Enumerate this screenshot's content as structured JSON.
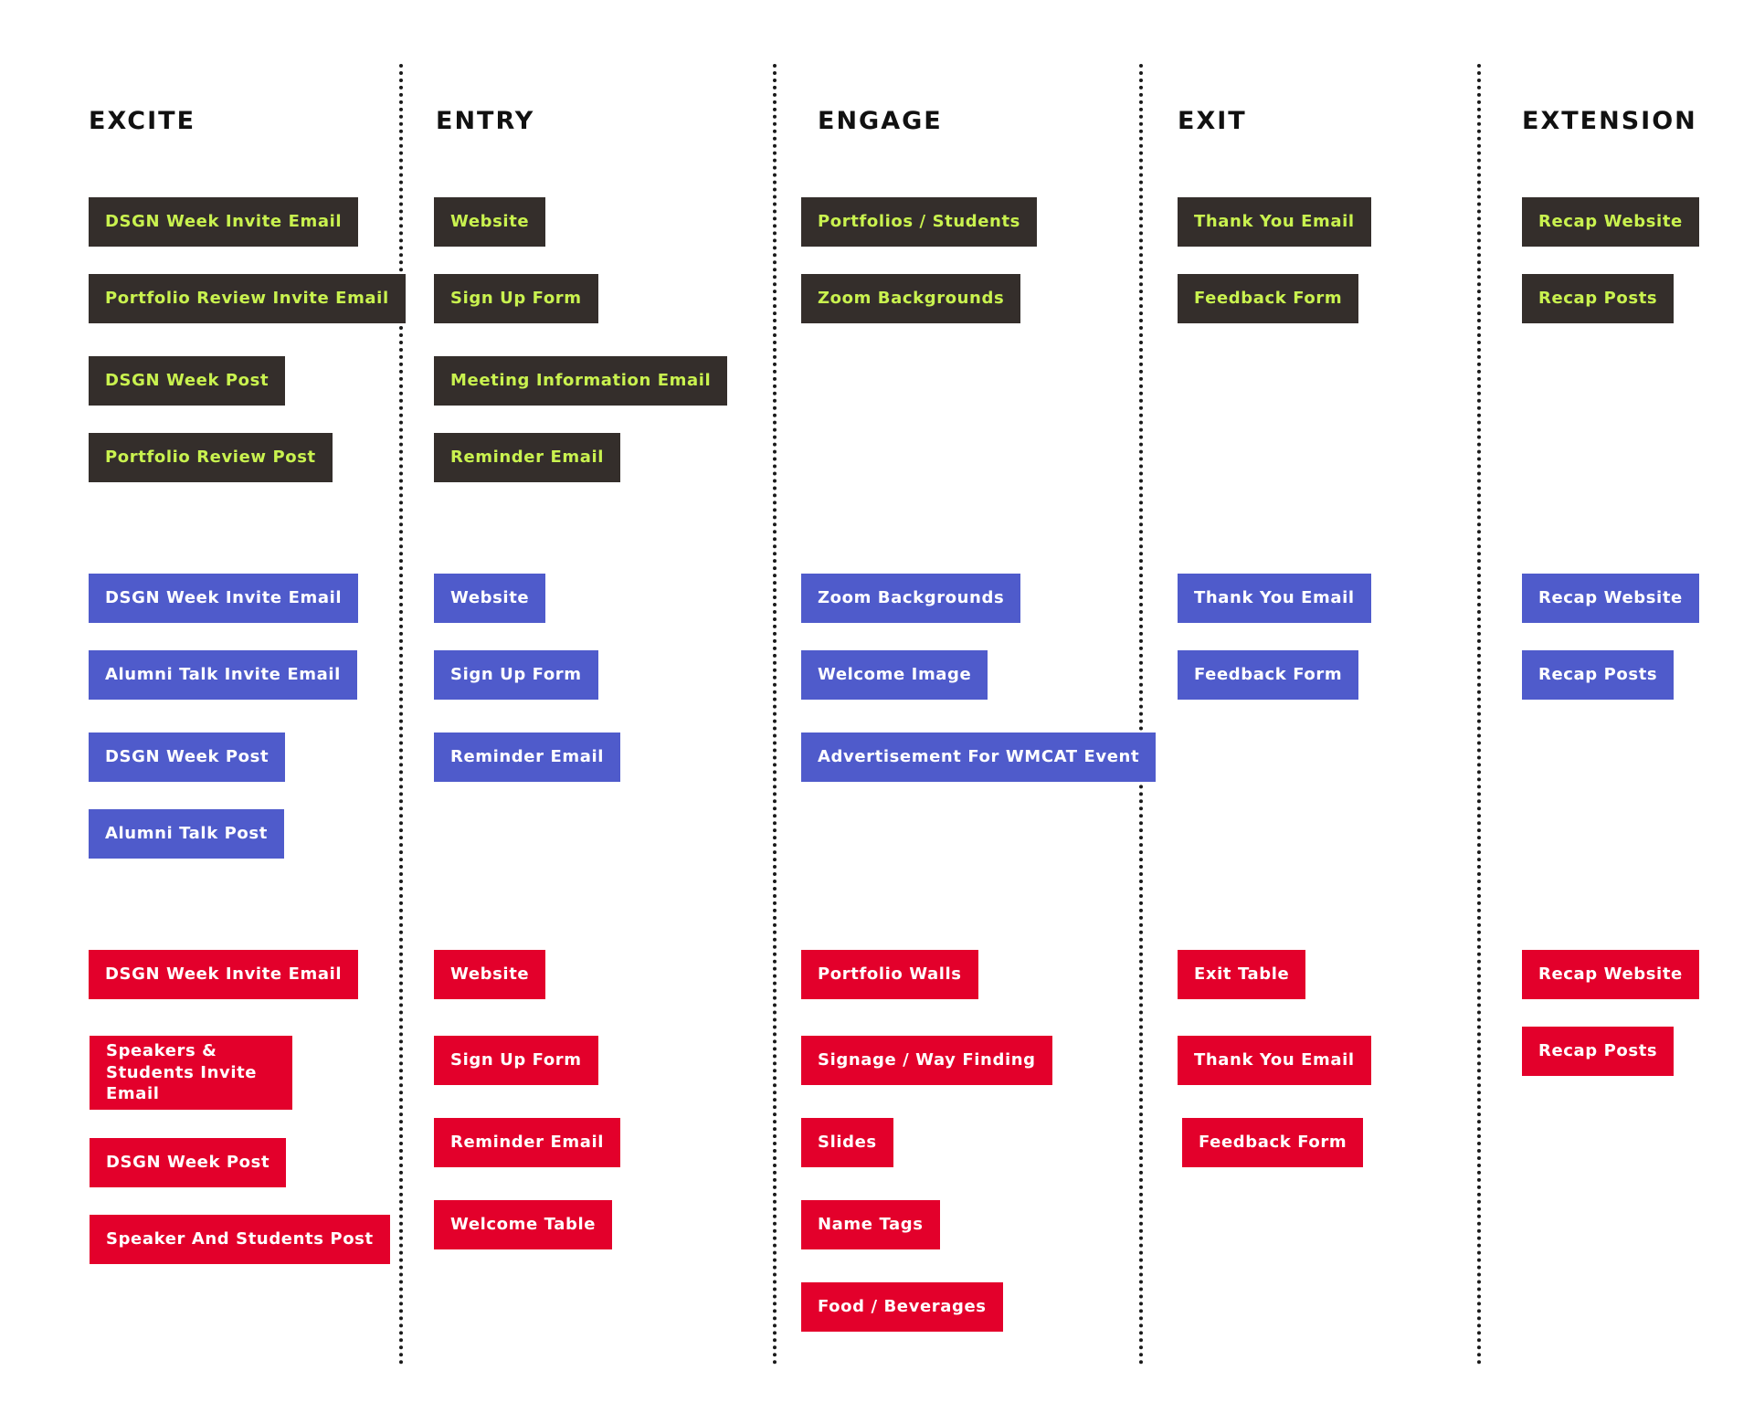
{
  "colors": {
    "dark_fill": "#342e2b",
    "dark_text": "#c9f24f",
    "blue_fill": "#4f5bcb",
    "red_fill": "#e3002b",
    "light_text": "#ffffff",
    "divider": "#1a1a1a"
  },
  "columns": [
    {
      "title": "EXCITE",
      "dark": [
        "DSGN Week Invite Email",
        "Portfolio Review Invite Email",
        "DSGN Week Post",
        "Portfolio Review Post"
      ],
      "blue": [
        "DSGN Week Invite Email",
        "Alumni Talk Invite Email",
        "DSGN Week Post",
        "Alumni Talk Post"
      ],
      "red": [
        "DSGN Week Invite Email",
        "Speakers & Students Invite Email",
        "DSGN Week Post",
        "Speaker And Students Post"
      ]
    },
    {
      "title": "ENTRY",
      "dark": [
        "Website",
        "Sign Up Form",
        "Meeting Information Email",
        "Reminder Email"
      ],
      "blue": [
        "Website",
        "Sign Up Form",
        "Reminder Email"
      ],
      "red": [
        "Website",
        "Sign Up Form",
        "Reminder Email",
        "Welcome Table"
      ]
    },
    {
      "title": "ENGAGE",
      "dark": [
        "Portfolios / Students",
        "Zoom Backgrounds"
      ],
      "blue": [
        "Zoom Backgrounds",
        "Welcome Image",
        "Advertisement For WMCAT Event"
      ],
      "red": [
        "Portfolio Walls",
        "Signage / Way Finding",
        "Slides",
        "Name Tags",
        "Food / Beverages"
      ]
    },
    {
      "title": "EXIT",
      "dark": [
        "Thank You Email",
        "Feedback Form"
      ],
      "blue": [
        "Thank You Email",
        "Feedback Form"
      ],
      "red": [
        "Exit Table",
        "Thank You Email",
        "Feedback Form"
      ]
    },
    {
      "title": "EXTENSION",
      "dark": [
        "Recap Website",
        "Recap Posts"
      ],
      "blue": [
        "Recap Website",
        "Recap Posts"
      ],
      "red": [
        "Recap Website",
        "Recap Posts"
      ]
    }
  ]
}
